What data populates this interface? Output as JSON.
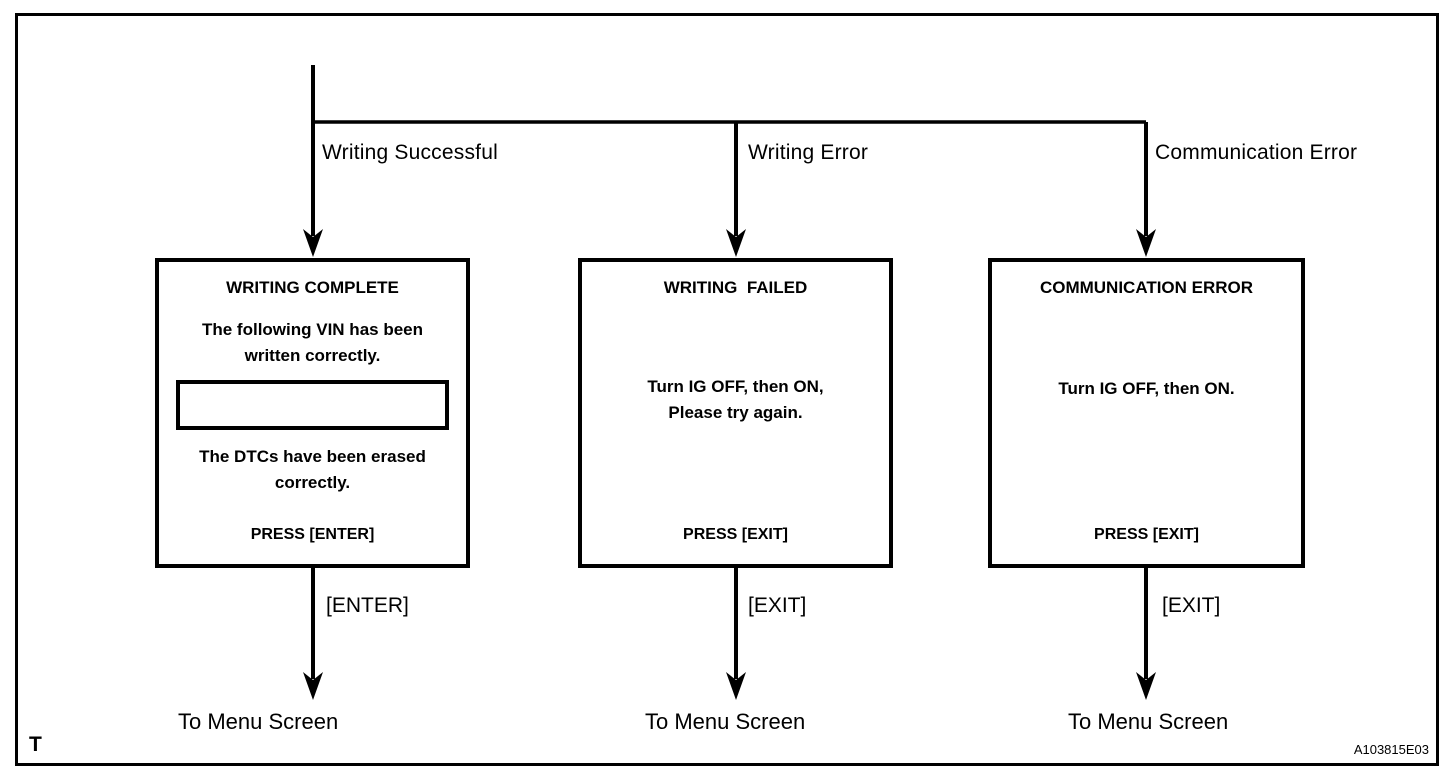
{
  "figure": {
    "corner_label": "T",
    "figure_id": "A103815E03",
    "colors": {
      "line": "#000000",
      "background": "#ffffff",
      "text": "#000000"
    }
  },
  "flow": {
    "branches": [
      {
        "condition": "Writing Successful",
        "box": {
          "title": "WRITING COMPLETE",
          "text_above_field": "The following VIN has been\nwritten correctly.",
          "vin_field_value": "",
          "text_below_field": "The DTCs have been erased\ncorrectly.",
          "footer": "PRESS [ENTER]"
        },
        "key_press": "[ENTER]",
        "destination": "To Menu Screen"
      },
      {
        "condition": "Writing Error",
        "box": {
          "title": "WRITING  FAILED",
          "body": "Turn IG OFF, then ON,\nPlease try again.",
          "footer": "PRESS [EXIT]"
        },
        "key_press": "[EXIT]",
        "destination": "To Menu Screen"
      },
      {
        "condition": "Communication Error",
        "box": {
          "title": "COMMUNICATION ERROR",
          "body": "Turn IG OFF, then ON.",
          "footer": "PRESS [EXIT]"
        },
        "key_press": "[EXIT]",
        "destination": "To Menu Screen"
      }
    ]
  }
}
